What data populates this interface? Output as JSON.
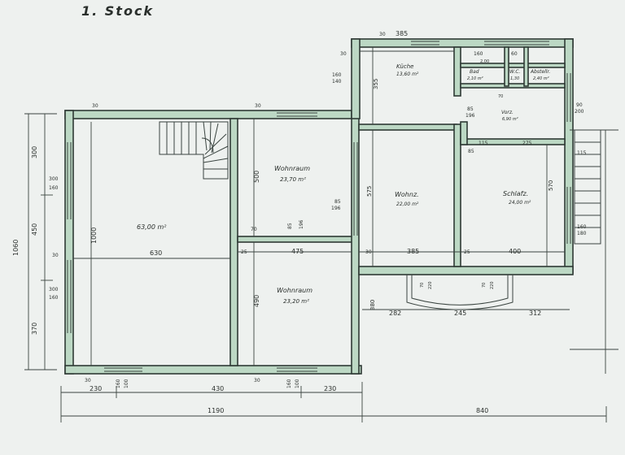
{
  "title": "1. Stock",
  "rooms": {
    "large": {
      "area": "63,00 m²"
    },
    "wohnraum_upper": {
      "name": "Wohnraum",
      "area": "23,70 m²"
    },
    "wohnraum_lower": {
      "name": "Wohnraum",
      "area": "23,20 m²"
    },
    "kueche": {
      "name": "Küche",
      "area": "13,60 m²"
    },
    "bad": {
      "name": "Bad",
      "area": "2,10 m²"
    },
    "wc": {
      "name": "W.C.",
      "area": "1,30"
    },
    "abstell": {
      "name": "Abstellr.",
      "area": "2,40 m²"
    },
    "vorz": {
      "name": "Vorz.",
      "area": "6,90 m²"
    },
    "wohnz": {
      "name": "Wohnz.",
      "area": "22,00 m²"
    },
    "schlafz": {
      "name": "Schlafz.",
      "area": "24,00 m²"
    }
  },
  "dims": {
    "total_height": "1060",
    "left_300": "300",
    "left_450": "450",
    "left_370": "370",
    "big_width": "630",
    "big_height": "1000",
    "win_300_a": "300",
    "win_160_a": "160",
    "win_300_b": "300",
    "win_160_b": "160",
    "wall_30_a": "30",
    "wall_30_b": "30",
    "wall_30_c": "30",
    "wall_30_d": "30",
    "wall_30_e": "30",
    "wall_30_f": "30",
    "wall_30_g": "30",
    "wall_30_h": "30",
    "wr_500": "500",
    "wr_475": "475",
    "wr_490": "490",
    "wr_85": "85",
    "wr_196": "196",
    "wr_85b": "85",
    "wr_196b": "196",
    "wr_70": "70",
    "wr_25": "25",
    "k_385": "385",
    "k_355": "355",
    "k_160": "160",
    "k_140": "140",
    "bad_160": "160",
    "bad_60": "60",
    "b_200": "2,00",
    "b_70": "70",
    "vorz_85": "85",
    "vorz_196": "196",
    "vorz_115": "115",
    "vorz_275": "275",
    "wohnz_575": "575",
    "wohnz_385": "385",
    "wohnz_25": "25",
    "wohnz_85": "85",
    "schl_570": "570",
    "schl_400": "400",
    "schl_90": "90",
    "schl_200": "200",
    "ent_115": "115",
    "ent_160": "160",
    "ent_180": "180",
    "bay_282": "282",
    "bay_245": "245",
    "bay_312": "312",
    "bay_70a": "70",
    "bay_220a": "220",
    "bay_70b": "70",
    "bay_220b": "220",
    "h_380": "380",
    "bot_230a": "230",
    "bot_430": "430",
    "bot_230b": "230",
    "bot_160a": "160",
    "bot_100a": "100",
    "bot_160b": "160",
    "bot_100b": "100",
    "bot_1190": "1190",
    "bot_840": "840"
  },
  "colors": {
    "wall": "#bcd8c4",
    "paper": "#eef1ef",
    "ink": "#2f3a35"
  }
}
